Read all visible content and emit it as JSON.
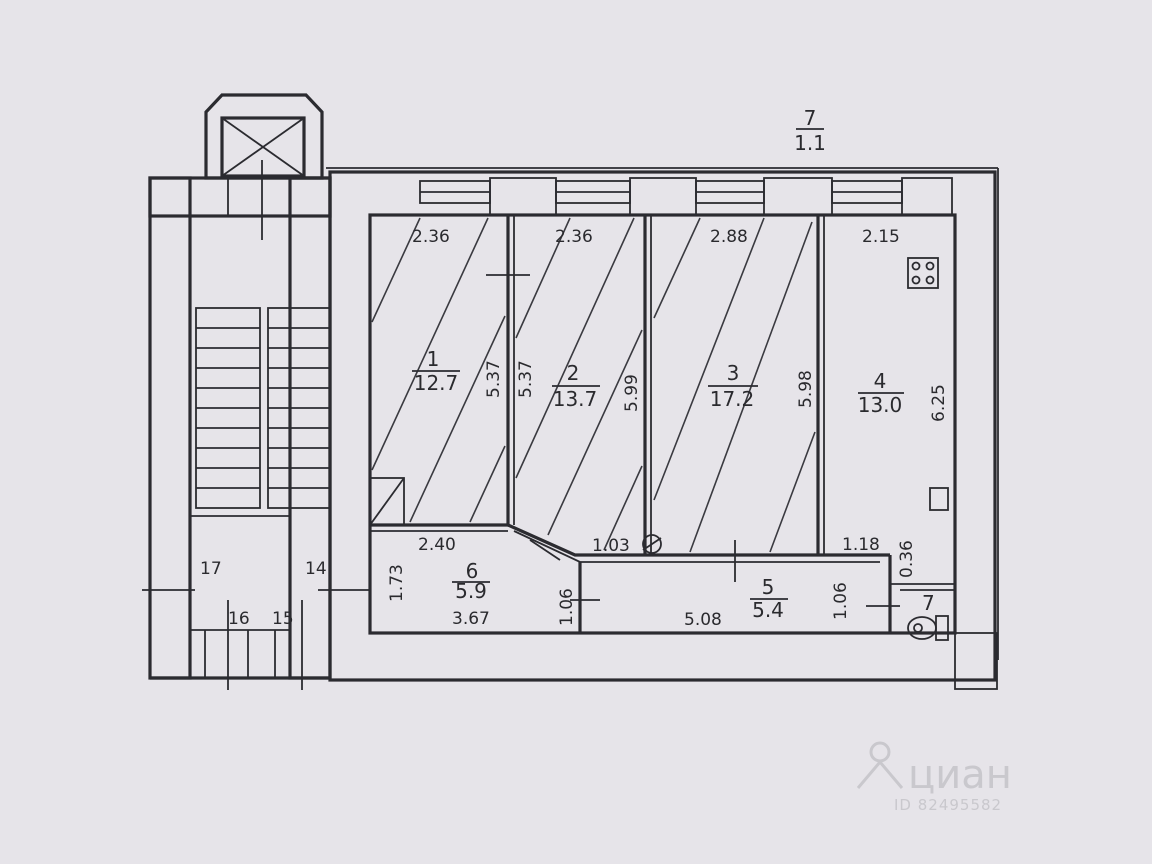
{
  "outer_label": {
    "number": "7",
    "area": "1.1"
  },
  "rooms": [
    {
      "id": "1",
      "area": "12.7",
      "top_dim": "2.36",
      "side_dim": "5.37"
    },
    {
      "id": "2",
      "area": "13.7",
      "top_dim": "2.36",
      "side_dim_left": "5.37",
      "side_dim_right": "5.99"
    },
    {
      "id": "3",
      "area": "17.2",
      "top_dim": "2.88",
      "side_dim": "5.98"
    },
    {
      "id": "4",
      "area": "13.0",
      "top_dim": "2.15",
      "side_dim": "6.25"
    },
    {
      "id": "5",
      "area": "5.4",
      "dim_length": "5.08",
      "dim_left": "1.06",
      "dim_right": "1.06",
      "dim_step": "1.18"
    },
    {
      "id": "6",
      "area": "5.9",
      "dim_top": "2.40",
      "dim_side": "1.73",
      "dim_bottom": "3.67",
      "dim_right": "1.06"
    },
    {
      "id": "7"
    }
  ],
  "misc_dims": {
    "door": "1.03",
    "small": "0.36"
  },
  "stair_labels": {
    "l17": "17",
    "l14": "14",
    "l16": "16",
    "l15": "15"
  },
  "watermark": {
    "brand": "циан",
    "id": "ID 82495582"
  },
  "colors": {
    "paper": "#e6e4e9",
    "ink": "#2b2b30"
  }
}
